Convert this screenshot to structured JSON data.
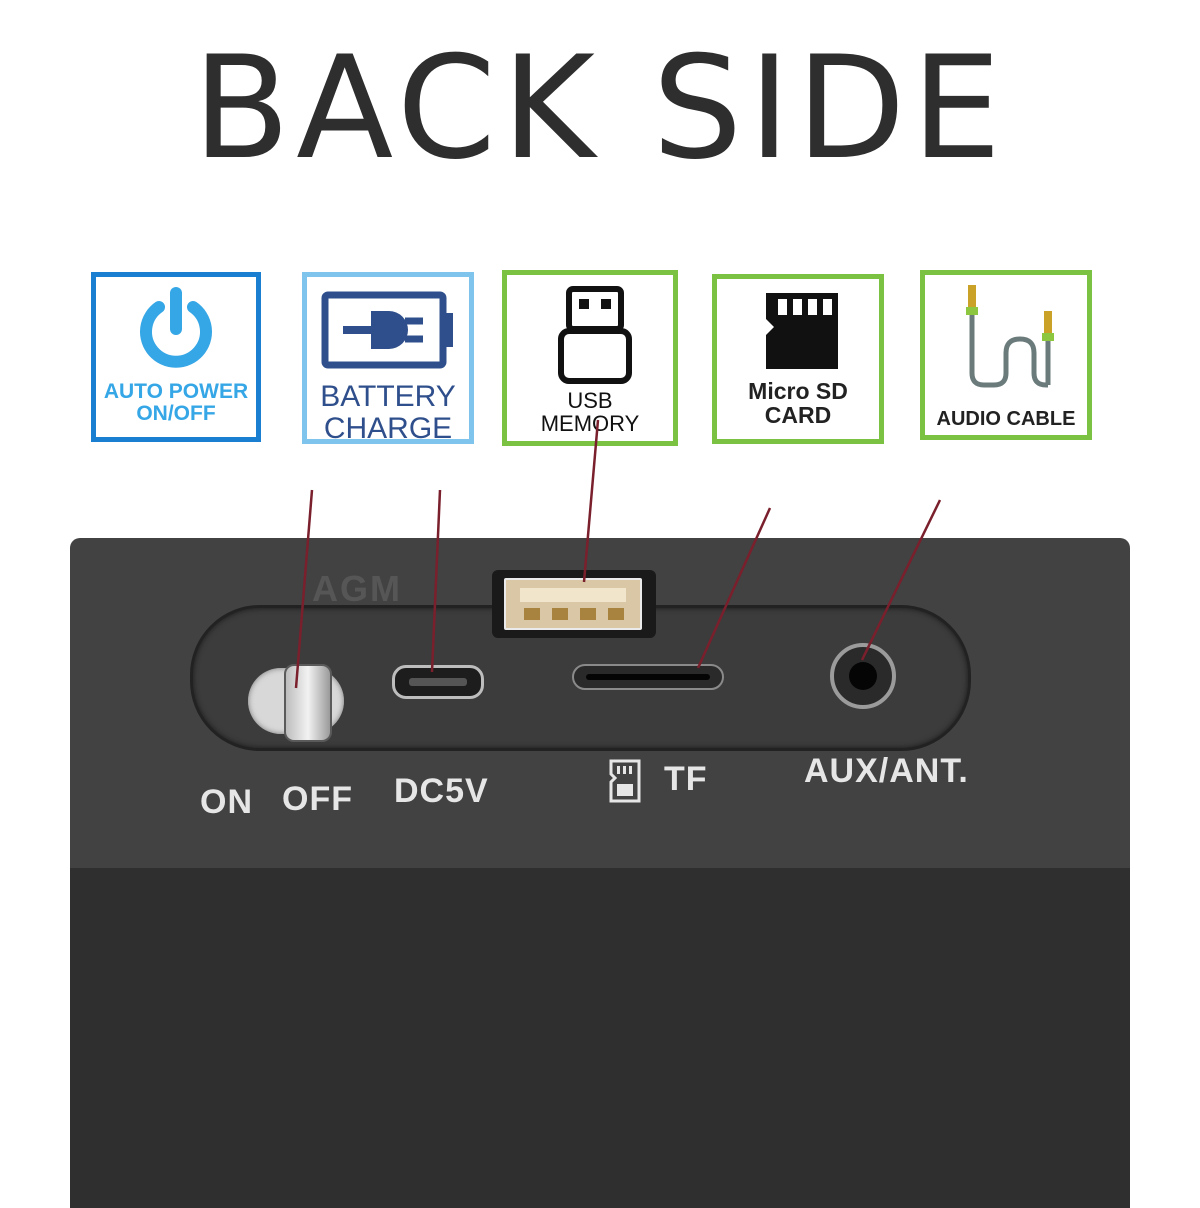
{
  "title": "BACK SIDE",
  "cards": [
    {
      "icon": "power-icon",
      "label_lines": [
        "AUTO POWER",
        "ON/OFF"
      ],
      "border_color": "#1b7fd1"
    },
    {
      "icon": "battery-plug-icon",
      "label_lines": [
        "BATTERY",
        "CHARGE"
      ],
      "border_color": "#7fc4ec"
    },
    {
      "icon": "usb-drive-icon",
      "label_lines": [
        "USB",
        "MEMORY"
      ],
      "border_color": "#7cc242"
    },
    {
      "icon": "micro-sd-card-icon",
      "label_lines": [
        "Micro SD",
        "CARD"
      ],
      "border_color": "#7cc242"
    },
    {
      "icon": "audio-cable-icon",
      "label_lines": [
        "AUDIO CABLE"
      ],
      "border_color": "#7cc242"
    }
  ],
  "device_labels": {
    "on": "ON",
    "off": "OFF",
    "dc": "DC5V",
    "tf": "TF",
    "aux": "AUX/ANT."
  },
  "watermark": "AGM",
  "colors": {
    "leader_line": "#7a1f2c",
    "device_top": "#424242",
    "device_bottom": "#2f2f2f"
  }
}
